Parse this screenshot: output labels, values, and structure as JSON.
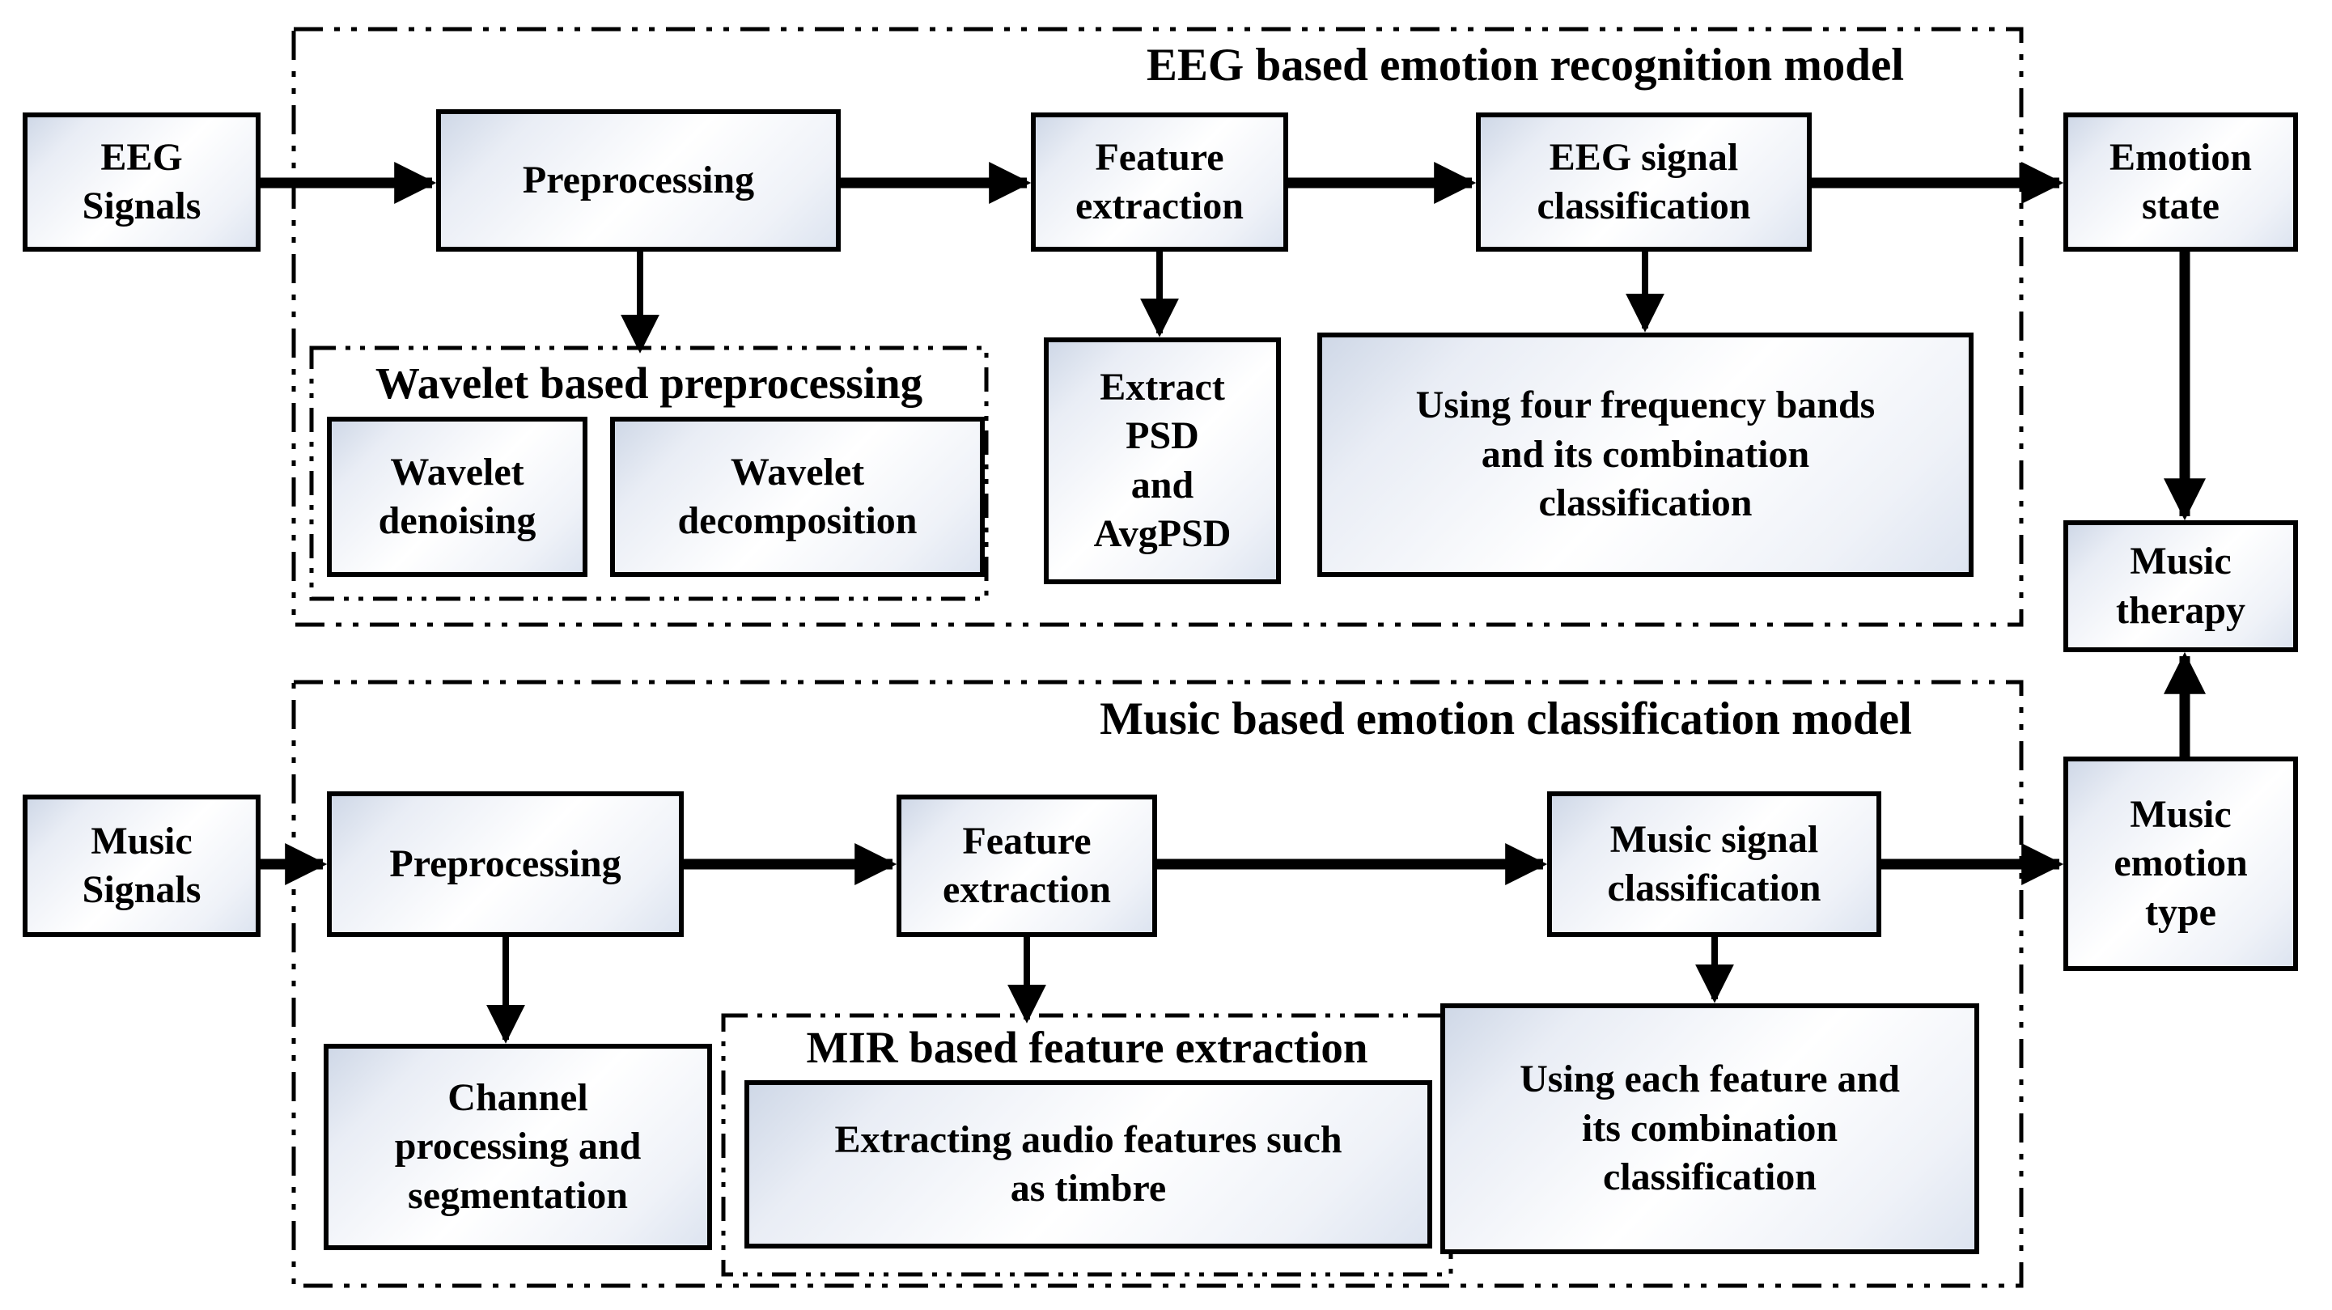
{
  "eeg_model": {
    "title": "EEG based emotion recognition model",
    "eeg_signals": "EEG\nSignals",
    "preprocessing": "Preprocessing",
    "feature_extraction": "Feature\nextraction",
    "eeg_signal_classification": "EEG signal\nclassification",
    "wavelet_section": {
      "title": "Wavelet based preprocessing",
      "wavelet_denoising": "Wavelet\ndenoising",
      "wavelet_decomposition": "Wavelet\ndecomposition"
    },
    "extract_psd": "Extract\nPSD\nand\nAvgPSD",
    "using_four_bands": "Using four frequency bands\nand its combination\nclassification"
  },
  "music_model": {
    "title": "Music based emotion classification model",
    "music_signals": "Music\nSignals",
    "preprocessing": "Preprocessing",
    "feature_extraction": "Feature\nextraction",
    "music_signal_classification": "Music signal\nclassification",
    "channel_processing": "Channel\nprocessing and\nsegmentation",
    "mir_section": {
      "title": "MIR based feature extraction",
      "extracting_audio": "Extracting audio features such\nas timbre"
    },
    "using_each_feature": "Using each feature and\nits combination\nclassification"
  },
  "outputs": {
    "emotion_state": "Emotion\nstate",
    "music_therapy": "Music\ntherapy",
    "music_emotion_type": "Music\nemotion\ntype"
  },
  "colors": {
    "box_border": "#000000",
    "box_fill_corner": "#cfd8e7",
    "box_fill_center": "#ffffff",
    "arrow": "#000000",
    "background": "#ffffff"
  }
}
